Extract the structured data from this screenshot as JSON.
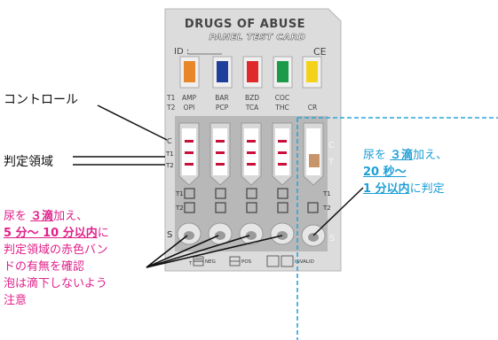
{
  "card": {
    "title": "DRUGS OF ABUSE",
    "subtitle": "PANEL TEST CARD",
    "id_label": "ID :",
    "ce_mark": "CE",
    "colors": {
      "card": "#dcdcdc",
      "inner": "#b8b8b8",
      "amp": "#e8862a",
      "bar": "#1f3f9c",
      "bzd": "#e0292a",
      "coc": "#1b9a4a",
      "cr": "#f5d21a",
      "band": "#c8103a",
      "cr_pad": "#c8956a"
    },
    "panels": [
      {
        "top": "AMP",
        "bottom": "OPI"
      },
      {
        "top": "BAR",
        "bottom": "PCP"
      },
      {
        "top": "BZD",
        "bottom": "TCA"
      },
      {
        "top": "COC",
        "bottom": "THC"
      },
      {
        "top": "",
        "bottom": "CR"
      }
    ],
    "row_labels": {
      "r1": "T1",
      "r2": "T2"
    },
    "window_labels": {
      "c": "C",
      "t1": "T1",
      "t2": "T2"
    },
    "cr_labels": {
      "c": "C",
      "t": "T"
    },
    "box_labels": {
      "t1_left": "T1",
      "t2_left": "T2",
      "t1_right": "T1",
      "t2_right": "T2"
    },
    "sample_labels": {
      "left": "S",
      "right": "S"
    },
    "legend": {
      "neg": "NEG",
      "pos": "POS",
      "invalid": "INVALID",
      "t": "T"
    }
  },
  "annotations": {
    "control": "コントロール",
    "judgment_area": "判定領域",
    "right": {
      "line1_pre": "尿を",
      "line1_num": "３滴",
      "line1_post": "加え、",
      "line2": "20 秒～",
      "line3_strong": "1 分以内",
      "line3_post": "に判定"
    },
    "left": {
      "line1_pre": "尿を",
      "line1_num": "３滴",
      "line1_post": "加え、",
      "line2_strong": "5 分～ 10 分以内",
      "line2_post": "に",
      "line3": "判定領域の赤色バン",
      "line4": "ドの有無を確認",
      "line5": "泡は滴下しないよう",
      "line6": "注意"
    }
  }
}
